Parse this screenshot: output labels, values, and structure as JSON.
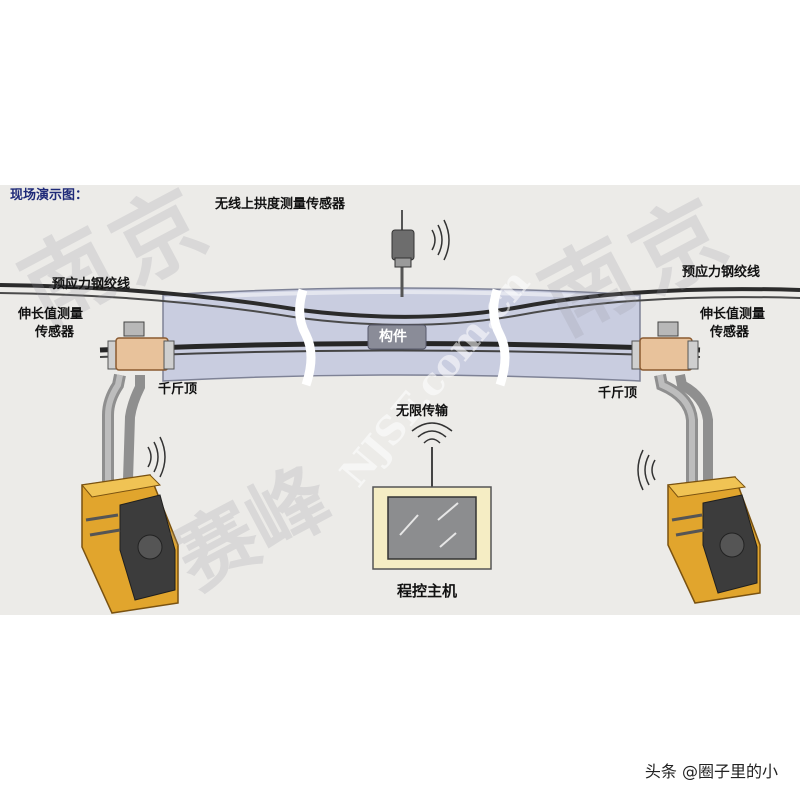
{
  "diagram": {
    "title": "现场演示图：",
    "labels": {
      "wireless_arch_sensor": "无线上拱度测量传感器",
      "strand_left": "预应力钢绞线",
      "strand_right": "预应力钢绞线",
      "elongation_left_1": "伸长值测量",
      "elongation_left_2": "传感器",
      "elongation_right_1": "伸长值测量",
      "elongation_right_2": "传感器",
      "jack_left": "千斤顶",
      "jack_right": "千斤顶",
      "wireless_transmission": "无限传输",
      "member": "构件",
      "host": "程控主机"
    },
    "watermarks": {
      "url": "NJSF.com.cn",
      "char_1": "南",
      "char_2": "京",
      "char_3": "赛峰"
    },
    "colors": {
      "beam": "#c9cde0",
      "jack": "#e8c29b",
      "pump": "#e1a52d",
      "hose": "#a6a6a6"
    }
  },
  "footer": {
    "credit": "头条 @圈子里的小"
  }
}
